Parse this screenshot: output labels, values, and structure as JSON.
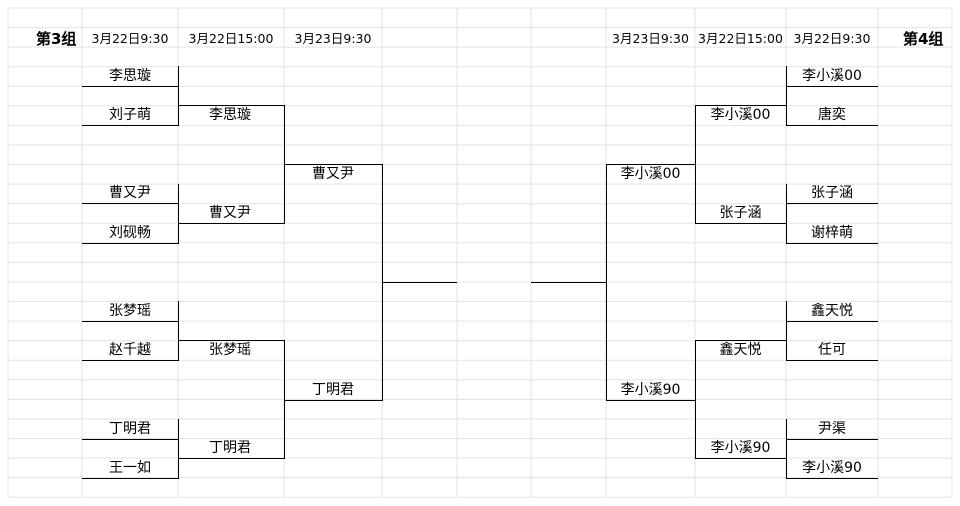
{
  "left": {
    "group_label": "第3组",
    "headers": [
      "3月22日9:30",
      "3月22日15:00",
      "3月23日9:30"
    ],
    "round1": [
      "李思璇",
      "刘子萌",
      "曹又尹",
      "刘砚畅",
      "张梦瑶",
      "赵千越",
      "丁明君",
      "王一如"
    ],
    "round2": [
      "李思璇",
      "曹又尹",
      "张梦瑶",
      "丁明君"
    ],
    "round3": [
      "曹又尹",
      "丁明君"
    ]
  },
  "right": {
    "group_label": "第4组",
    "headers": [
      "3月23日9:30",
      "3月22日15:00",
      "3月22日9:30"
    ],
    "round1": [
      "李小溪00",
      "唐奕",
      "张子涵",
      "谢梓萌",
      "鑫天悦",
      "任可",
      "尹渠",
      "李小溪90"
    ],
    "round2": [
      "李小溪00",
      "张子涵",
      "鑫天悦",
      "李小溪90"
    ],
    "round3": [
      "李小溪00",
      "李小溪90"
    ]
  }
}
